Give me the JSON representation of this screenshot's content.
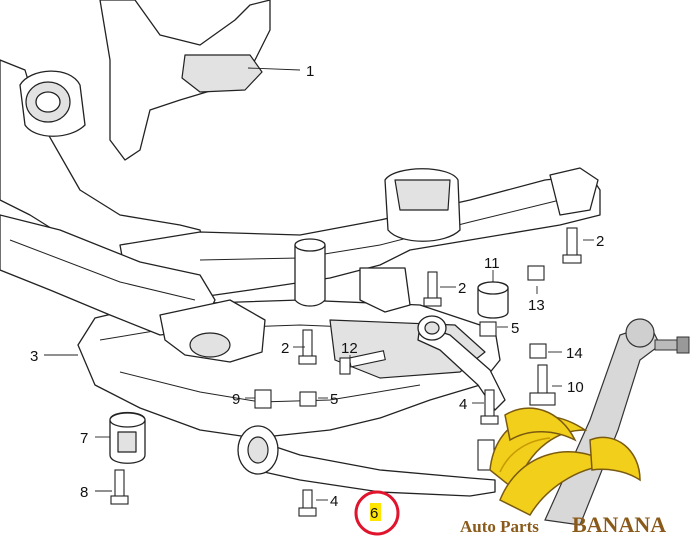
{
  "callouts": [
    {
      "id": "1",
      "text": "1"
    },
    {
      "id": "2a",
      "text": "2"
    },
    {
      "id": "2b",
      "text": "2"
    },
    {
      "id": "2c",
      "text": "2"
    },
    {
      "id": "3",
      "text": "3"
    },
    {
      "id": "4a",
      "text": "4"
    },
    {
      "id": "4b",
      "text": "4"
    },
    {
      "id": "5a",
      "text": "5"
    },
    {
      "id": "5b",
      "text": "5"
    },
    {
      "id": "6",
      "text": "6"
    },
    {
      "id": "7",
      "text": "7"
    },
    {
      "id": "8",
      "text": "8"
    },
    {
      "id": "9",
      "text": "9"
    },
    {
      "id": "10",
      "text": "10"
    },
    {
      "id": "11",
      "text": "11"
    },
    {
      "id": "12",
      "text": "12"
    },
    {
      "id": "13",
      "text": "13"
    },
    {
      "id": "14",
      "text": "14"
    }
  ],
  "watermark": {
    "brand_small": "Auto Parts",
    "brand_big": "BANANA",
    "banana_color": "#f2cf1a",
    "text_color": "#8a5a1a"
  },
  "highlight": {
    "callout": "6",
    "ring_color": "#e0142c",
    "label_bg": "#ffe500"
  }
}
